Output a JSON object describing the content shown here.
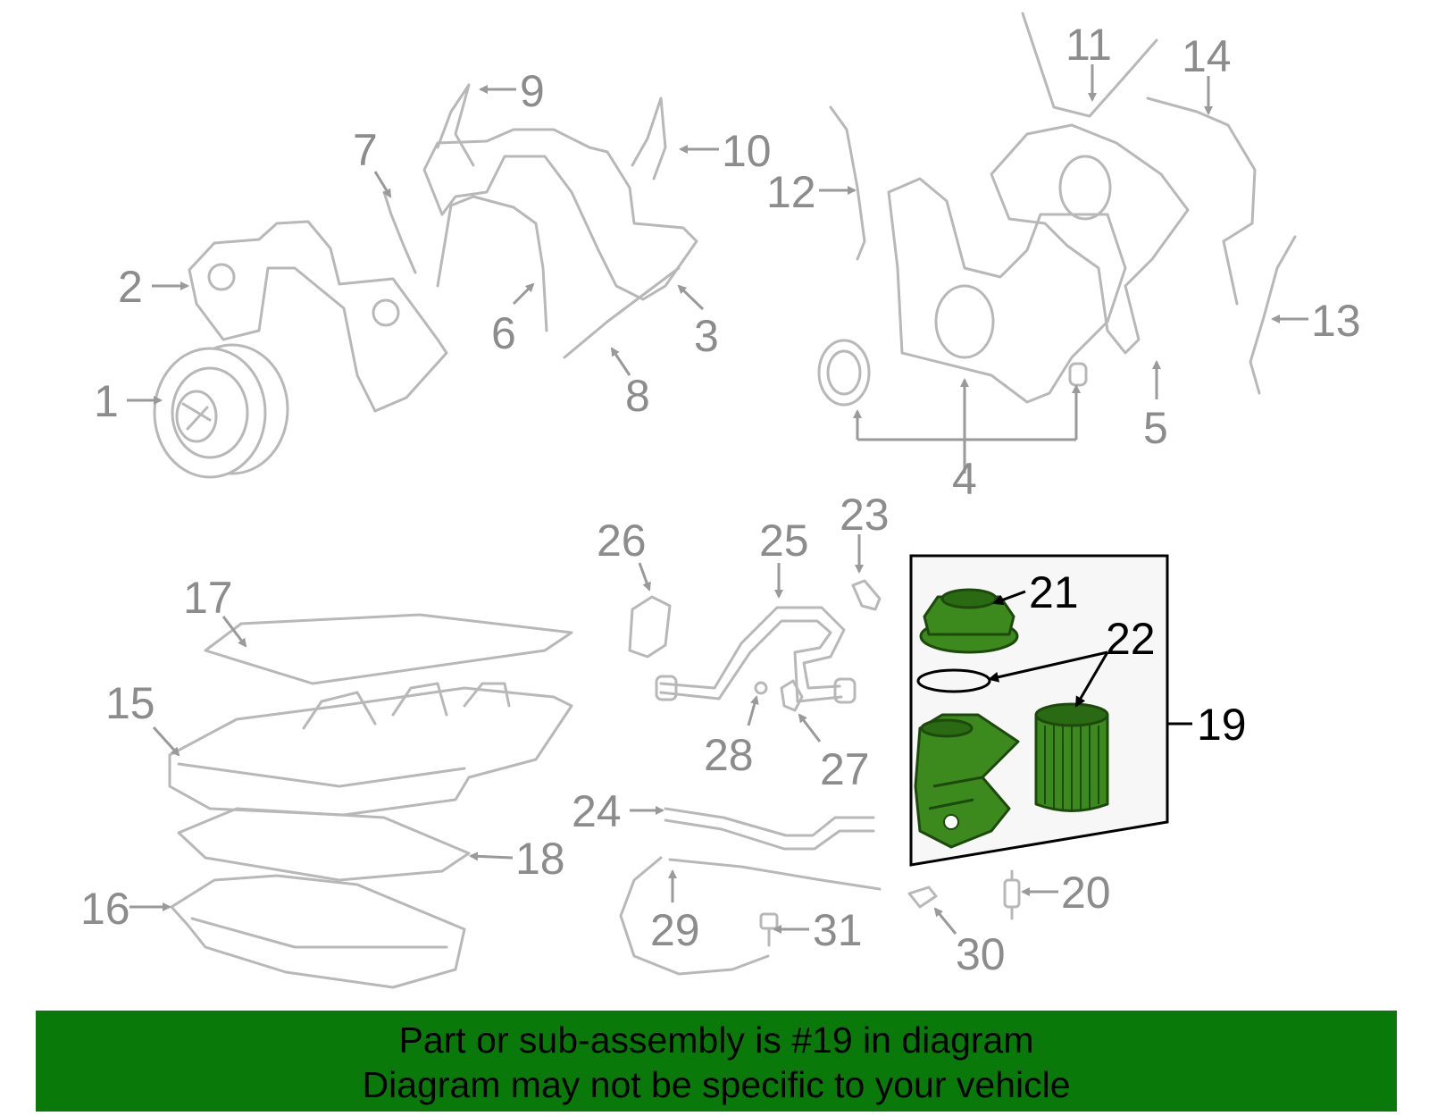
{
  "diagram": {
    "callouts": [
      "1",
      "2",
      "3",
      "4",
      "5",
      "6",
      "7",
      "8",
      "9",
      "10",
      "11",
      "12",
      "13",
      "14",
      "15",
      "16",
      "17",
      "18",
      "19",
      "20",
      "21",
      "22",
      "23",
      "24",
      "25",
      "26",
      "27",
      "28",
      "29",
      "30",
      "31"
    ],
    "highlighted_part": "19",
    "colors": {
      "highlight": "#3c8a1e",
      "banner": "#097a09",
      "line_art": "#b8b8b8",
      "callout_text": "#8c8c8c"
    }
  },
  "banner": {
    "line1": "Part or sub-assembly is #19 in diagram",
    "line2": "Diagram may not be specific to your vehicle"
  }
}
